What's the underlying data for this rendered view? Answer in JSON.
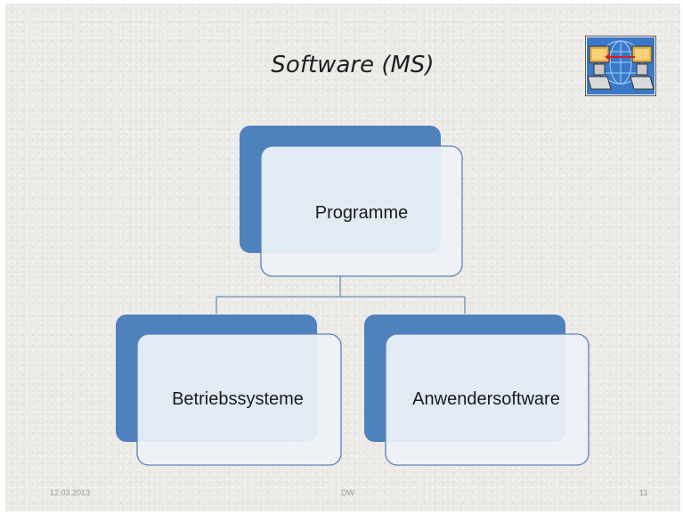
{
  "slide": {
    "title": "Software (MS)",
    "footer": {
      "date": "12.03.2013",
      "author": "DW",
      "page": "11"
    }
  },
  "diagram": {
    "root": {
      "label": "Programme"
    },
    "children": [
      {
        "label": "Betriebssysteme"
      },
      {
        "label": "Anwendersoftware"
      }
    ]
  },
  "colors": {
    "accent_blue": "#4f81bd",
    "box_fill": "#eef2f8",
    "box_border": "#5b82b8",
    "connector": "#6c8fc0"
  },
  "logo_icon": "network-computers-logo-icon"
}
